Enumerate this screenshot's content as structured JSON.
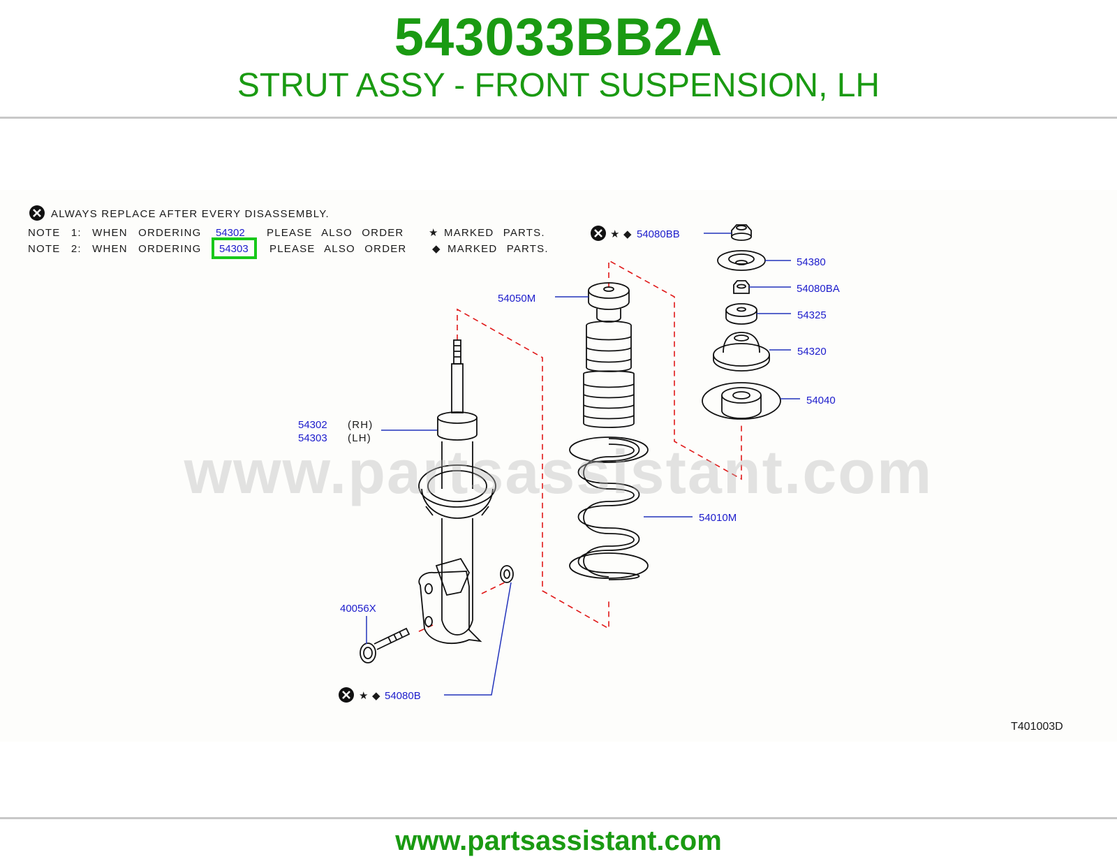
{
  "header": {
    "part_number": "543033BB2A",
    "description": "STRUT ASSY - FRONT SUSPENSION, LH"
  },
  "notes": {
    "always_replace": "ALWAYS REPLACE AFTER EVERY DISASSEMBLY.",
    "note1": {
      "prefix": "NOTE 1: WHEN ORDERING",
      "part": "54302",
      "middle": "PLEASE ALSO ORDER",
      "symbol": "★",
      "suffix": "MARKED PARTS."
    },
    "note2": {
      "prefix": "NOTE 2: WHEN ORDERING",
      "part": "54303",
      "middle": "PLEASE ALSO ORDER",
      "symbol": "◆",
      "suffix": "MARKED PARTS."
    }
  },
  "labels": {
    "p54080BB": "54080BB",
    "p54380": "54380",
    "p54080BA": "54080BA",
    "p54325": "54325",
    "p54320": "54320",
    "p54040": "54040",
    "p54050M": "54050M",
    "p54302": "54302",
    "p54303": "54303",
    "rh": "(RH)",
    "lh": "(LH)",
    "p54010M": "54010M",
    "p40056X": "40056X",
    "p54080B": "54080B",
    "star": "★",
    "diamond": "◆"
  },
  "drawing_code": "T401003D",
  "watermark": "www.partsassistant.com",
  "footer": {
    "url": "www.partsassistant.com"
  },
  "colors": {
    "brand_green": "#1a9a12",
    "part_link_blue": "#1c1ccc",
    "highlight_green": "#18c81a",
    "dashed_red": "#e01818"
  }
}
